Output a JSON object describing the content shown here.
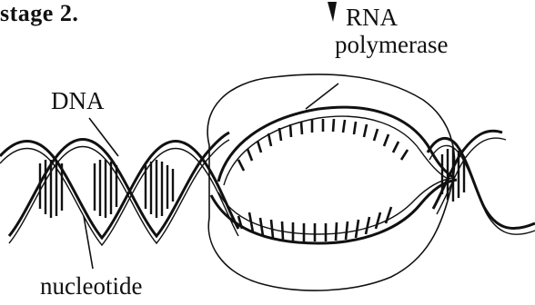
{
  "title": "stage 2.",
  "labels": {
    "rna_line1": "RNA",
    "rna_line2": "polymerase",
    "dna": "DNA",
    "nucleotide": "nucleotide"
  },
  "colors": {
    "ink": "#111111",
    "background": "#ffffff"
  }
}
